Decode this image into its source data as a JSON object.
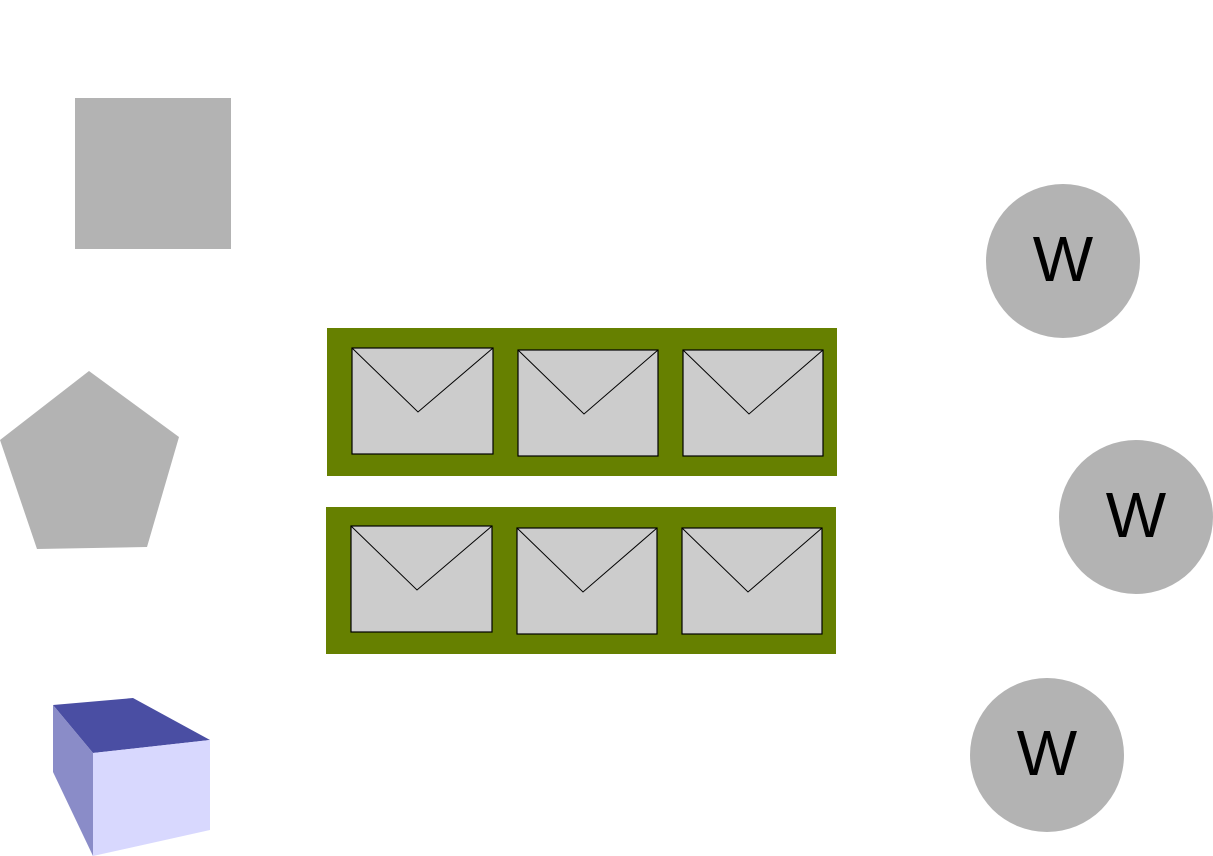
{
  "colors": {
    "shape_gray": "#b3b3b3",
    "queue_green": "#668000",
    "envelope_fill": "#cccccc",
    "cube_top": "#4a4ea3",
    "cube_left": "#8a8cc8",
    "cube_front": "#d8d8fe"
  },
  "icons": [
    "square-shape",
    "pentagon-shape",
    "cube-shape",
    "envelope-icon",
    "worker-circle"
  ],
  "queues": [
    {
      "messages": 3
    },
    {
      "messages": 3
    }
  ],
  "workers": [
    {
      "label": "W"
    },
    {
      "label": "W"
    },
    {
      "label": "W"
    }
  ]
}
